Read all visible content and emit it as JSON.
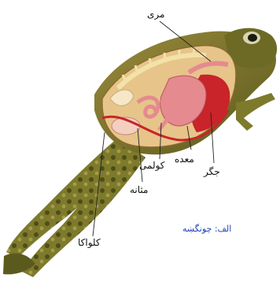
{
  "labels": {
    "esophagus": "مری",
    "stomach": "معده",
    "liver": "جگر",
    "intestine": "کولمی",
    "bladder": "مثانه",
    "cloaca": "کلواکا"
  },
  "caption": "الف: چونگښه",
  "colors": {
    "skin_dark": "#5b5a1e",
    "skin_light": "#b8a35a",
    "cavity": "#e7c48a",
    "organ_red": "#c8242a",
    "organ_pink": "#e58a8f",
    "caption_blue": "#1f3fb6"
  }
}
